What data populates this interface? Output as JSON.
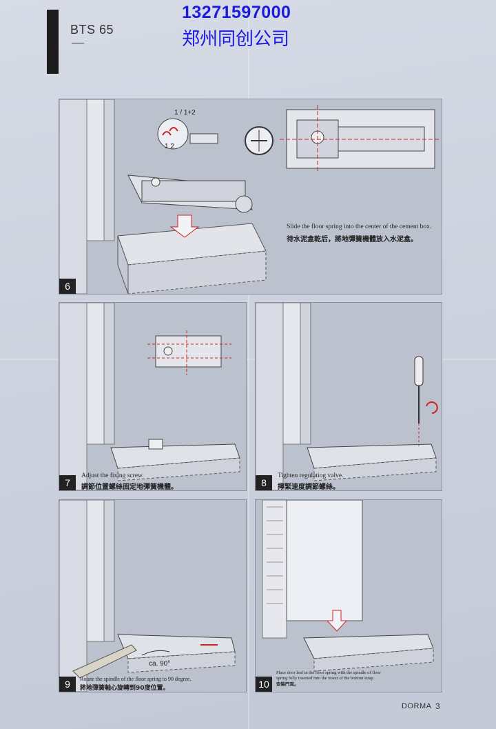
{
  "header": {
    "model": "BTS 65",
    "phone": "13271597000",
    "company": "郑州同创公司"
  },
  "steps": [
    {
      "number": "6",
      "caption_en": "Slide the floor spring into the center of the cement box.",
      "caption_zh": "待水泥盒乾后，將地彈簧機體放入水泥盒。",
      "label_top": "1 / 1+2",
      "label_bottom": "1     2"
    },
    {
      "number": "7",
      "caption_en": "Adjust the fixing screw.",
      "caption_zh": "調節位置螺絲固定地彈簧機體。"
    },
    {
      "number": "8",
      "caption_en": "Tighten regulatiog valve.",
      "caption_zh": "擰緊速度調節螺絲。"
    },
    {
      "number": "9",
      "caption_en": "Rotate the spindle of the floor spring to 90 degree.",
      "caption_zh": "將地彈簧軸心旋轉到90度位置。",
      "label_angle": "ca. 90°"
    },
    {
      "number": "10",
      "caption_en_1": "Place door leaf in the floor spring with the spindle of floor",
      "caption_en_2": "spring fully inserted into the insert of the bottom strap.",
      "caption_zh": "安裝門頁。"
    }
  ],
  "footer": {
    "brand": "DORMA",
    "page": "3"
  }
}
